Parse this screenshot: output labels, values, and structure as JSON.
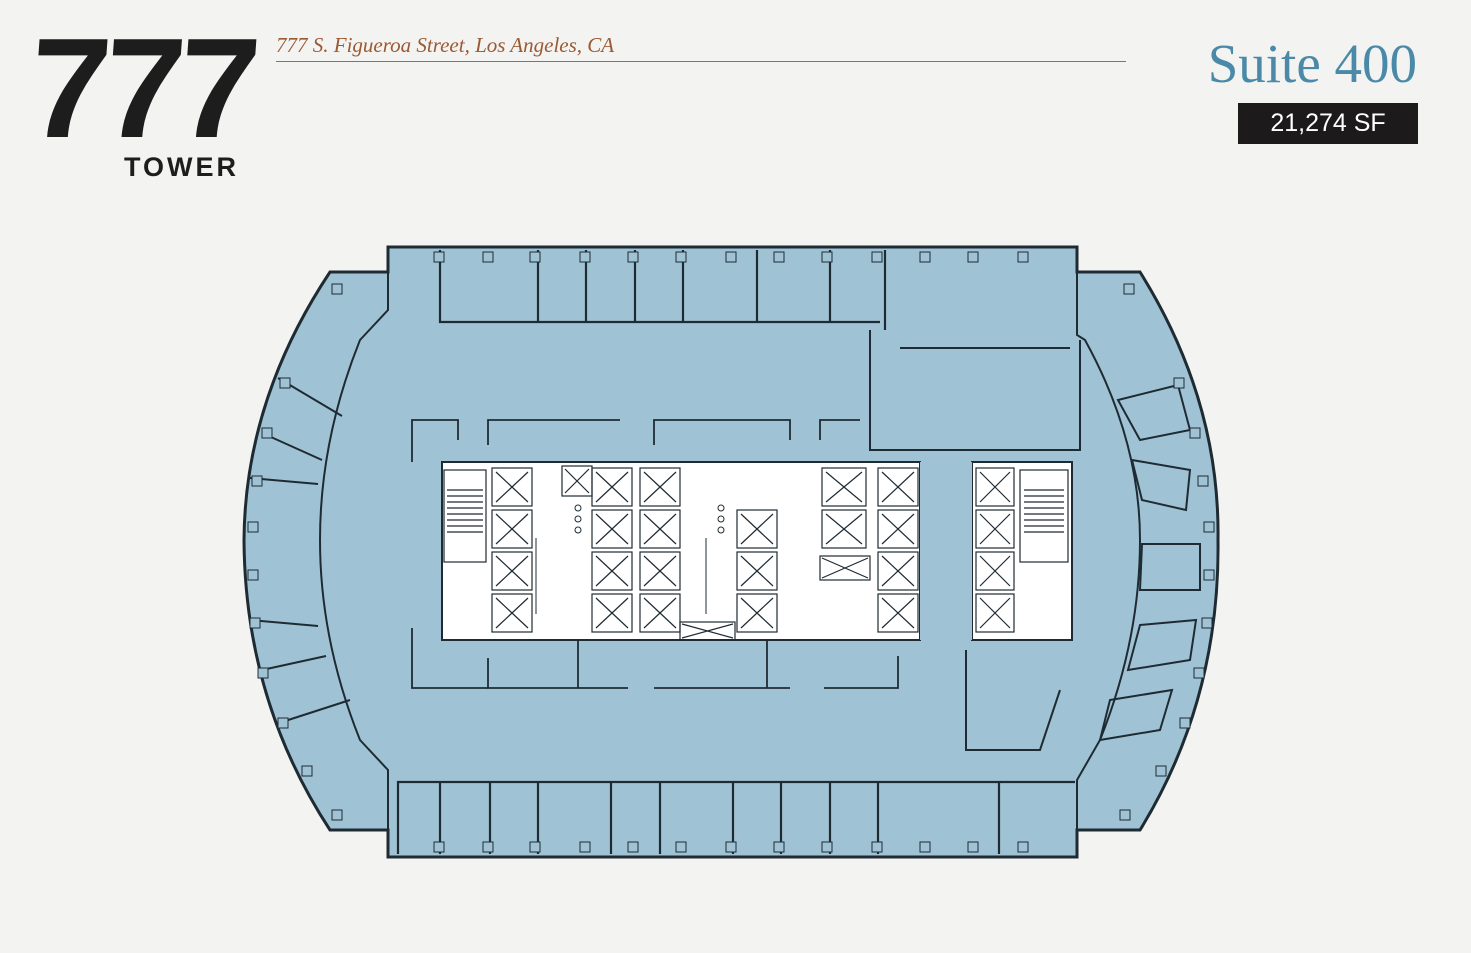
{
  "header": {
    "logo_number": "777",
    "logo_word": "TOWER",
    "address": "777 S. Figueroa Street, Los Angeles, CA"
  },
  "suite": {
    "title": "Suite 400",
    "area": "21,274 SF"
  },
  "floor_plan": {
    "fill_color": "#9fc3d5",
    "core_color": "#ffffff",
    "wall_color": "#1f2b33",
    "background_color": "#f3f3f1",
    "accent_address_color": "#9a5a34",
    "accent_suite_color": "#4a89a8",
    "elevator_banks": 4,
    "stairwells": 2,
    "restrooms": 2
  }
}
